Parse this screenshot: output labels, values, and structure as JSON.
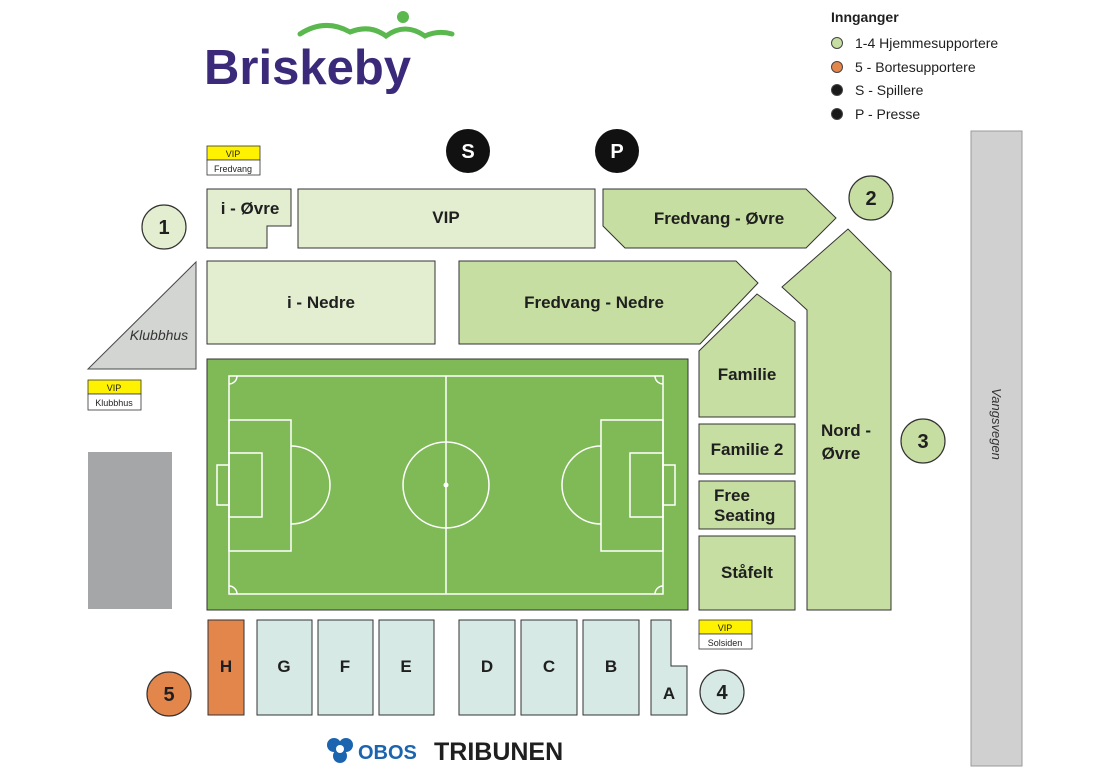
{
  "brand": {
    "name": "Briskeby"
  },
  "legend": {
    "title": "Innganger",
    "items": [
      {
        "label": "1-4 Hjemmesupportere",
        "color": "#c6dea1"
      },
      {
        "label": "5 - Bortesupportere",
        "color": "#e3864c"
      },
      {
        "label": "S - Spillere",
        "color": "#1a1a1a"
      },
      {
        "label": "P - Presse",
        "color": "#1a1a1a"
      }
    ]
  },
  "colors": {
    "home_light": "#e3eed0",
    "home_medium": "#c6dea1",
    "away": "#e3864c",
    "tribune": "#d6e9e4",
    "pitch": "#7fba57",
    "klubbhus": "#d3d5d3",
    "road": "#d0d0d0",
    "building": "#a4a6a7",
    "vip_yellow": "#fff200",
    "logo_green": "#5bb84e",
    "logo_purple": "#3b2a7a",
    "obos_blue": "#1b64b0"
  },
  "markers": {
    "players": "S",
    "press": "P"
  },
  "entrances": {
    "e1": "1",
    "e2": "2",
    "e3": "3",
    "e4": "4",
    "e5": "5"
  },
  "sections": {
    "i_ovre": "i - Øvre",
    "vip": "VIP",
    "fredvang_ovre": "Fredvang - Øvre",
    "i_nedre": "i - Nedre",
    "fredvang_nedre": "Fredvang - Nedre",
    "klubbhus": "Klubbhus",
    "familie": "Familie",
    "familie2": "Familie 2",
    "free_seating_1": "Free",
    "free_seating_2": "Seating",
    "stafelt": "Ståfelt",
    "nord_ovre_1": "Nord -",
    "nord_ovre_2": "Øvre",
    "h": "H",
    "g": "G",
    "f": "F",
    "e": "E",
    "d": "D",
    "c": "C",
    "b": "B",
    "a": "A"
  },
  "vip_tags": {
    "fredvang": {
      "top": "VIP",
      "bottom": "Fredvang"
    },
    "klubbhus": {
      "top": "VIP",
      "bottom": "Klubbhus"
    },
    "solsiden": {
      "top": "VIP",
      "bottom": "Solsiden"
    }
  },
  "road": {
    "name": "Vangsvegen"
  },
  "tribune_name": {
    "obos": "OBOS",
    "tribunen": "TRIBUNEN"
  }
}
